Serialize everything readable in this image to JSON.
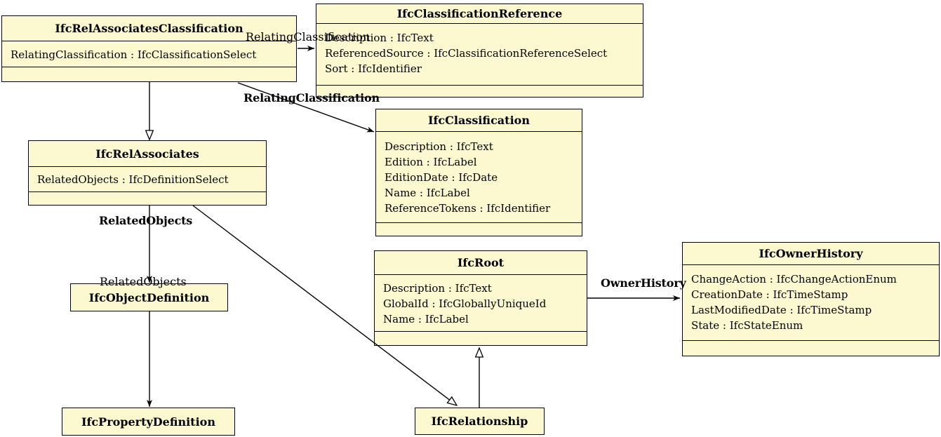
{
  "diagram": {
    "type": "uml-class-diagram",
    "background_color": "#ffffff",
    "class_fill_color": "#fcf8d0",
    "line_color": "#000000",
    "classes": [
      {
        "title": "IfcRelAssociatesClassification",
        "attributes": [
          "RelatingClassification : IfcClassificationSelect"
        ]
      },
      {
        "title": "IfcClassificationReference",
        "attributes": [
          "Description : IfcText",
          "ReferencedSource : IfcClassificationReferenceSelect",
          "Sort : IfcIdentifier"
        ]
      },
      {
        "title": "IfcRelAssociates",
        "attributes": [
          "RelatedObjects : IfcDefinitionSelect"
        ]
      },
      {
        "title": "IfcClassification",
        "attributes": [
          "Description : IfcText",
          "Edition : IfcLabel",
          "EditionDate : IfcDate",
          "Name : IfcLabel",
          "ReferenceTokens : IfcIdentifier"
        ]
      },
      {
        "title": "IfcRoot",
        "attributes": [
          "Description : IfcText",
          "GlobalId : IfcGloballyUniqueId",
          "Name : IfcLabel"
        ]
      },
      {
        "title": "IfcOwnerHistory",
        "attributes": [
          "ChangeAction : IfcChangeActionEnum",
          "CreationDate : IfcTimeStamp",
          "LastModifiedDate : IfcTimeStamp",
          "State : IfcStateEnum"
        ]
      },
      {
        "title": "IfcObjectDefinition",
        "attributes": []
      },
      {
        "title": "IfcPropertyDefinition",
        "attributes": []
      },
      {
        "title": "IfcRelationship",
        "attributes": []
      }
    ],
    "edge_labels": [
      {
        "text": "RelatingClassification"
      },
      {
        "text": "RelatingClassification"
      },
      {
        "text": "RelatedObjects"
      },
      {
        "text": "RelatedObjects"
      },
      {
        "text": "OwnerHistory"
      }
    ],
    "edges": [
      {
        "from": "IfcRelAssociatesClassification",
        "to": "IfcClassificationReference",
        "kind": "association-arrow",
        "label": "RelatingClassification"
      },
      {
        "from": "IfcRelAssociatesClassification",
        "to": "IfcClassification",
        "kind": "association-arrow",
        "label": "RelatingClassification"
      },
      {
        "from": "IfcRelAssociatesClassification",
        "to": "IfcRelAssociates",
        "kind": "inheritance-hollow-triangle",
        "label": ""
      },
      {
        "from": "IfcRelAssociates",
        "to": "IfcObjectDefinition",
        "kind": "association-arrow",
        "label": "RelatedObjects"
      },
      {
        "from": "IfcRelAssociates",
        "to": "IfcRelationship",
        "kind": "inheritance-hollow-triangle",
        "label": ""
      },
      {
        "from": "IfcObjectDefinition",
        "to": "IfcPropertyDefinition",
        "kind": "association-arrow",
        "label": ""
      },
      {
        "from": "IfcRelationship",
        "to": "IfcRoot",
        "kind": "inheritance-hollow-triangle",
        "label": ""
      },
      {
        "from": "IfcRoot",
        "to": "IfcOwnerHistory",
        "kind": "association-arrow",
        "label": "OwnerHistory"
      }
    ]
  }
}
